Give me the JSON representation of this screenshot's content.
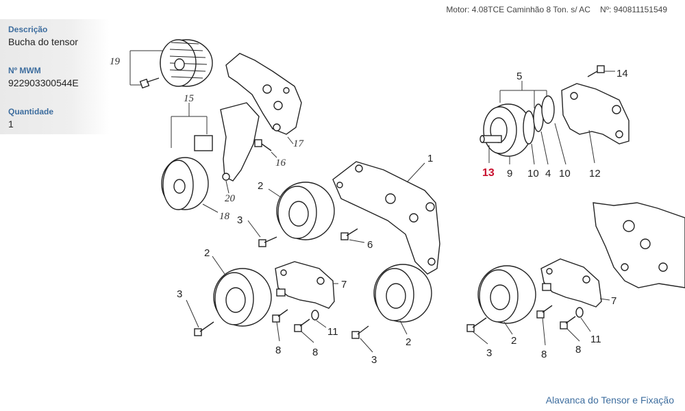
{
  "header": {
    "engine": "Motor: 4.08TCE Caminhão 8 Ton. s/ AC",
    "number_label": "Nº: 940811151549"
  },
  "info": {
    "description_label": "Descrição",
    "description_value": "Bucha do tensor",
    "mwm_label": "Nº MWM",
    "mwm_value": "922903300544E",
    "qty_label": "Quantidade",
    "qty_value": "1"
  },
  "callouts": {
    "c1": "1",
    "c2a": "2",
    "c2b": "2",
    "c2c": "2",
    "c2d": "2",
    "c3a": "3",
    "c3b": "3",
    "c3c": "3",
    "c3d": "3",
    "c4": "4",
    "c5": "5",
    "c6": "6",
    "c7a": "7",
    "c7b": "7",
    "c8a": "8",
    "c8b": "8",
    "c8c": "8",
    "c8d": "8",
    "c9": "9",
    "c10a": "10",
    "c10b": "10",
    "c11a": "11",
    "c11b": "11",
    "c12": "12",
    "c13": "13",
    "c14": "14",
    "c15": "15",
    "c16": "16",
    "c17": "17",
    "c18": "18",
    "c19": "19",
    "c20": "20"
  },
  "colors": {
    "highlight": "#c8102e",
    "label": "#3d6d9e",
    "link": "#3d6d9e"
  },
  "footer": {
    "link_label": "Alavanca do Tensor e Fixação"
  }
}
